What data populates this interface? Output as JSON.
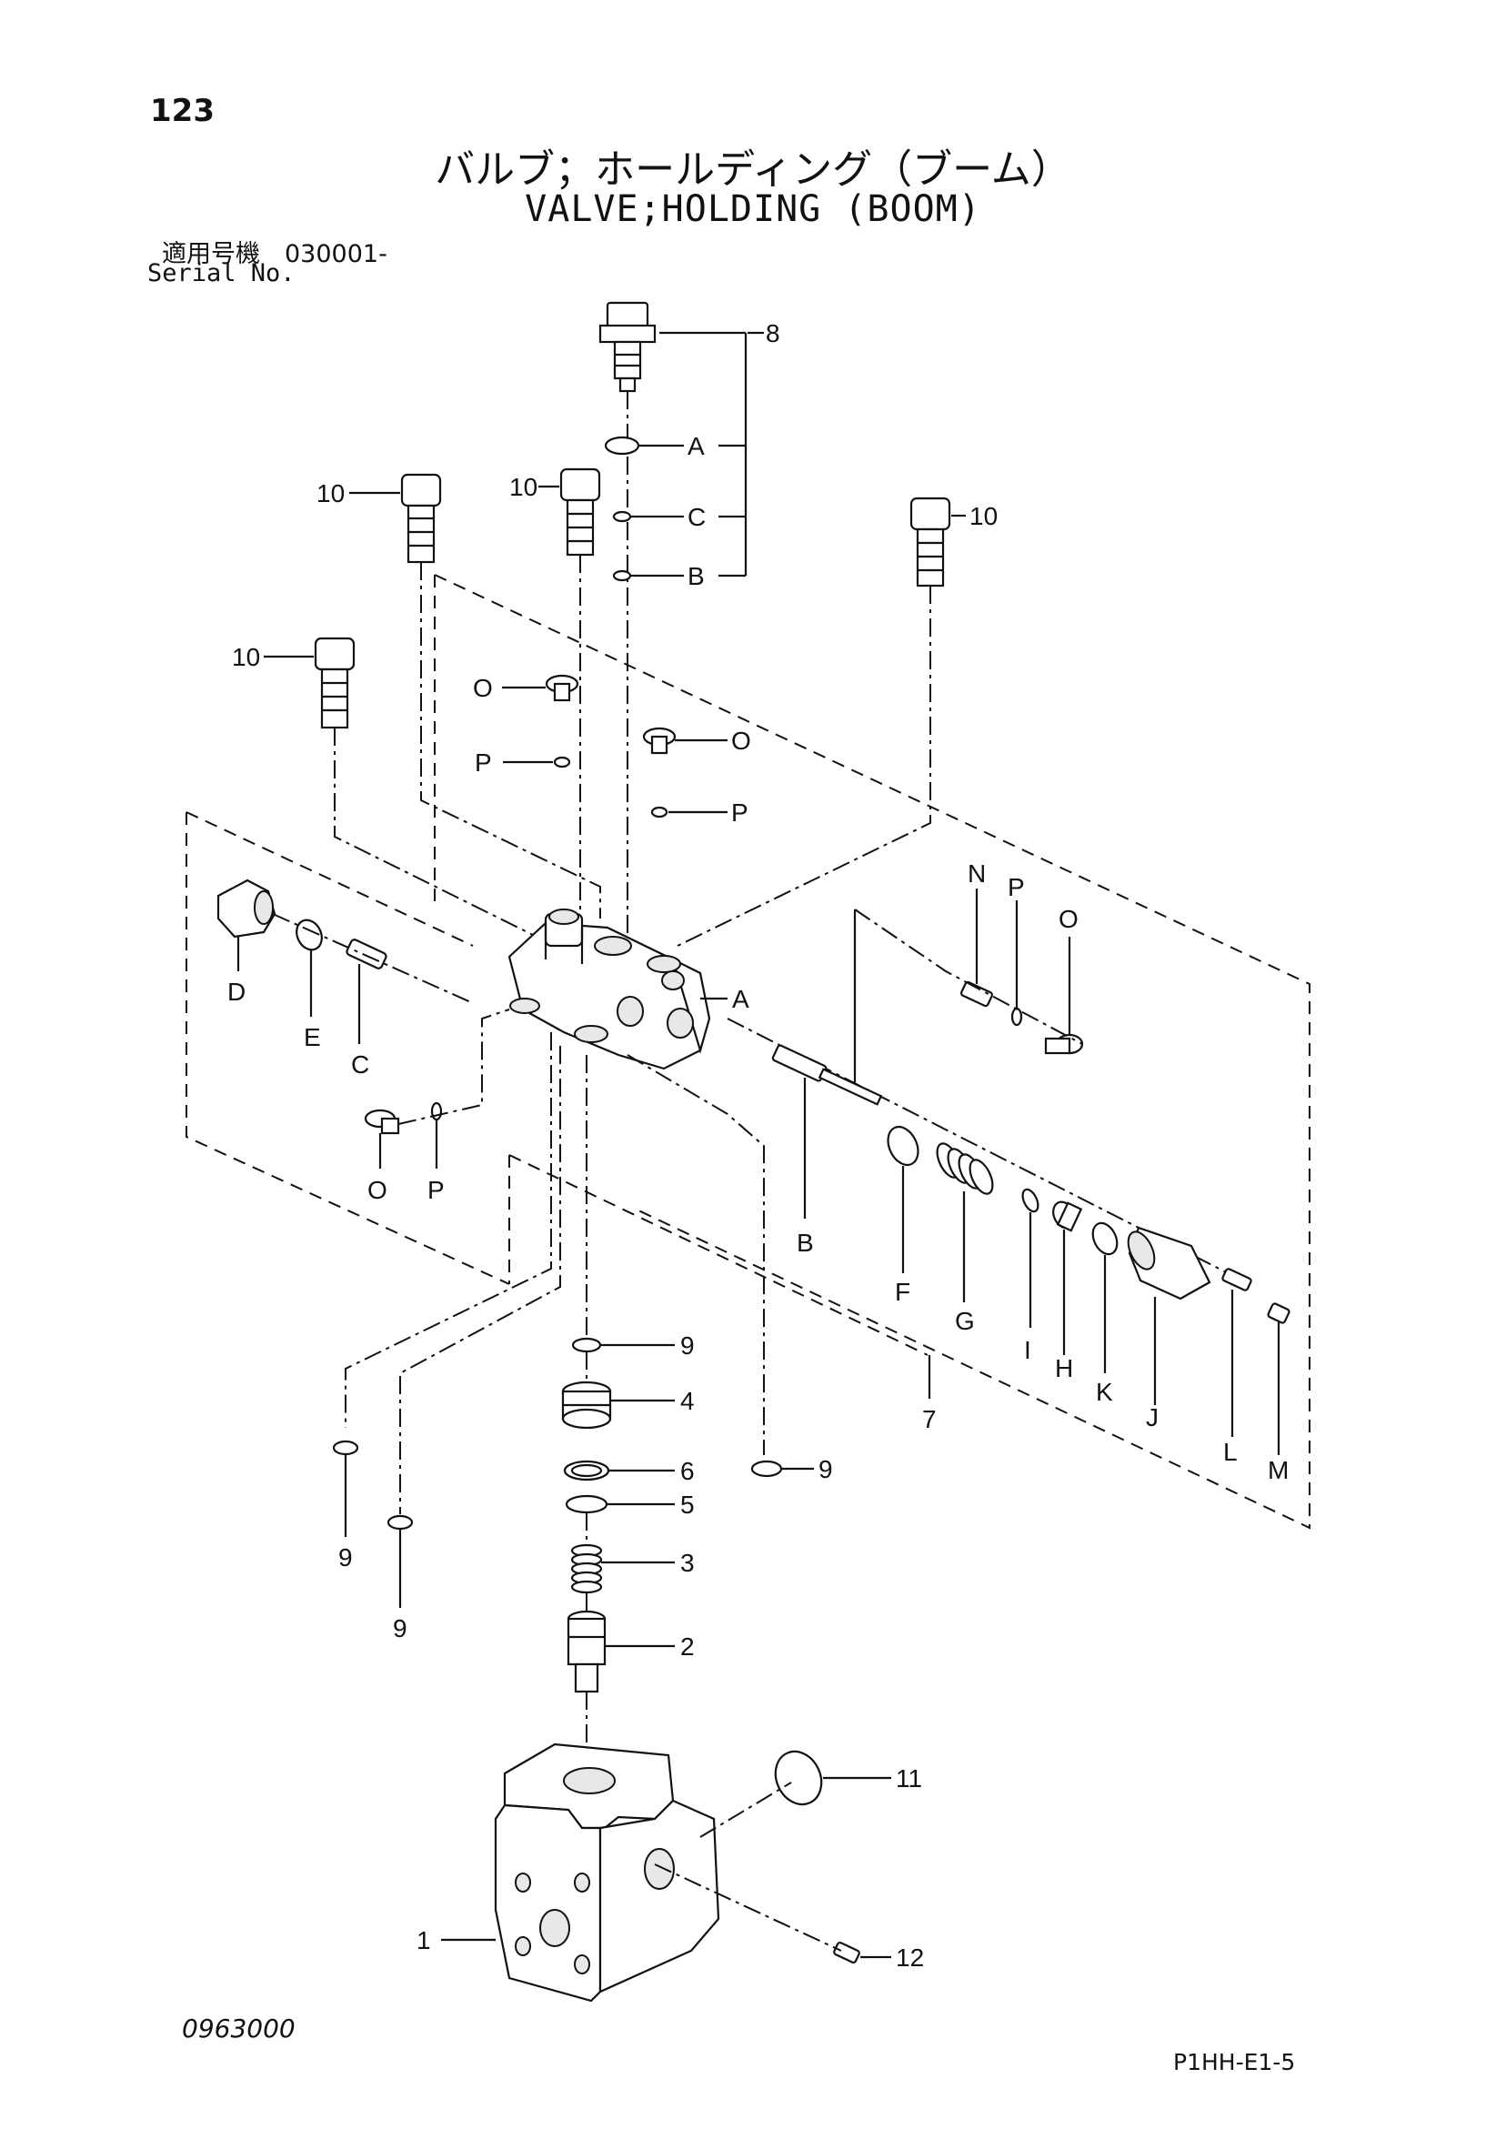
{
  "header": {
    "page_number": "123",
    "title_jp": "バルブ；ホールディング（ブーム）",
    "title_en": "VALVE;HOLDING (BOOM)",
    "serial_label_jp": "適用号機　030001-",
    "serial_label_en": "Serial No."
  },
  "footer": {
    "drawing_number": "0963000",
    "page_code": "P1HH-E1-5"
  },
  "callouts": {
    "c8": "8",
    "cA_top": "A",
    "cC_top": "C",
    "cB_top": "B",
    "c10_a": "10",
    "c10_b": "10",
    "c10_c": "10",
    "c10_d": "10",
    "cO_1": "O",
    "cP_1": "P",
    "cO_2": "O",
    "cP_2": "P",
    "cN": "N",
    "cP_3": "P",
    "cO_3": "O",
    "cD": "D",
    "cE": "E",
    "cC_mid": "C",
    "cA_mid": "A",
    "cO_4": "O",
    "cP_4": "P",
    "cB_mid": "B",
    "cF": "F",
    "cG": "G",
    "cI": "I",
    "cH": "H",
    "cK": "K",
    "cJ": "J",
    "cL": "L",
    "cM": "M",
    "c7": "7",
    "c9_a": "9",
    "c4": "4",
    "c6": "6",
    "c5": "5",
    "c3": "3",
    "c2": "2",
    "c9_b": "9",
    "c9_c": "9",
    "c9_d": "9",
    "c11": "11",
    "c1": "1",
    "c12": "12"
  }
}
